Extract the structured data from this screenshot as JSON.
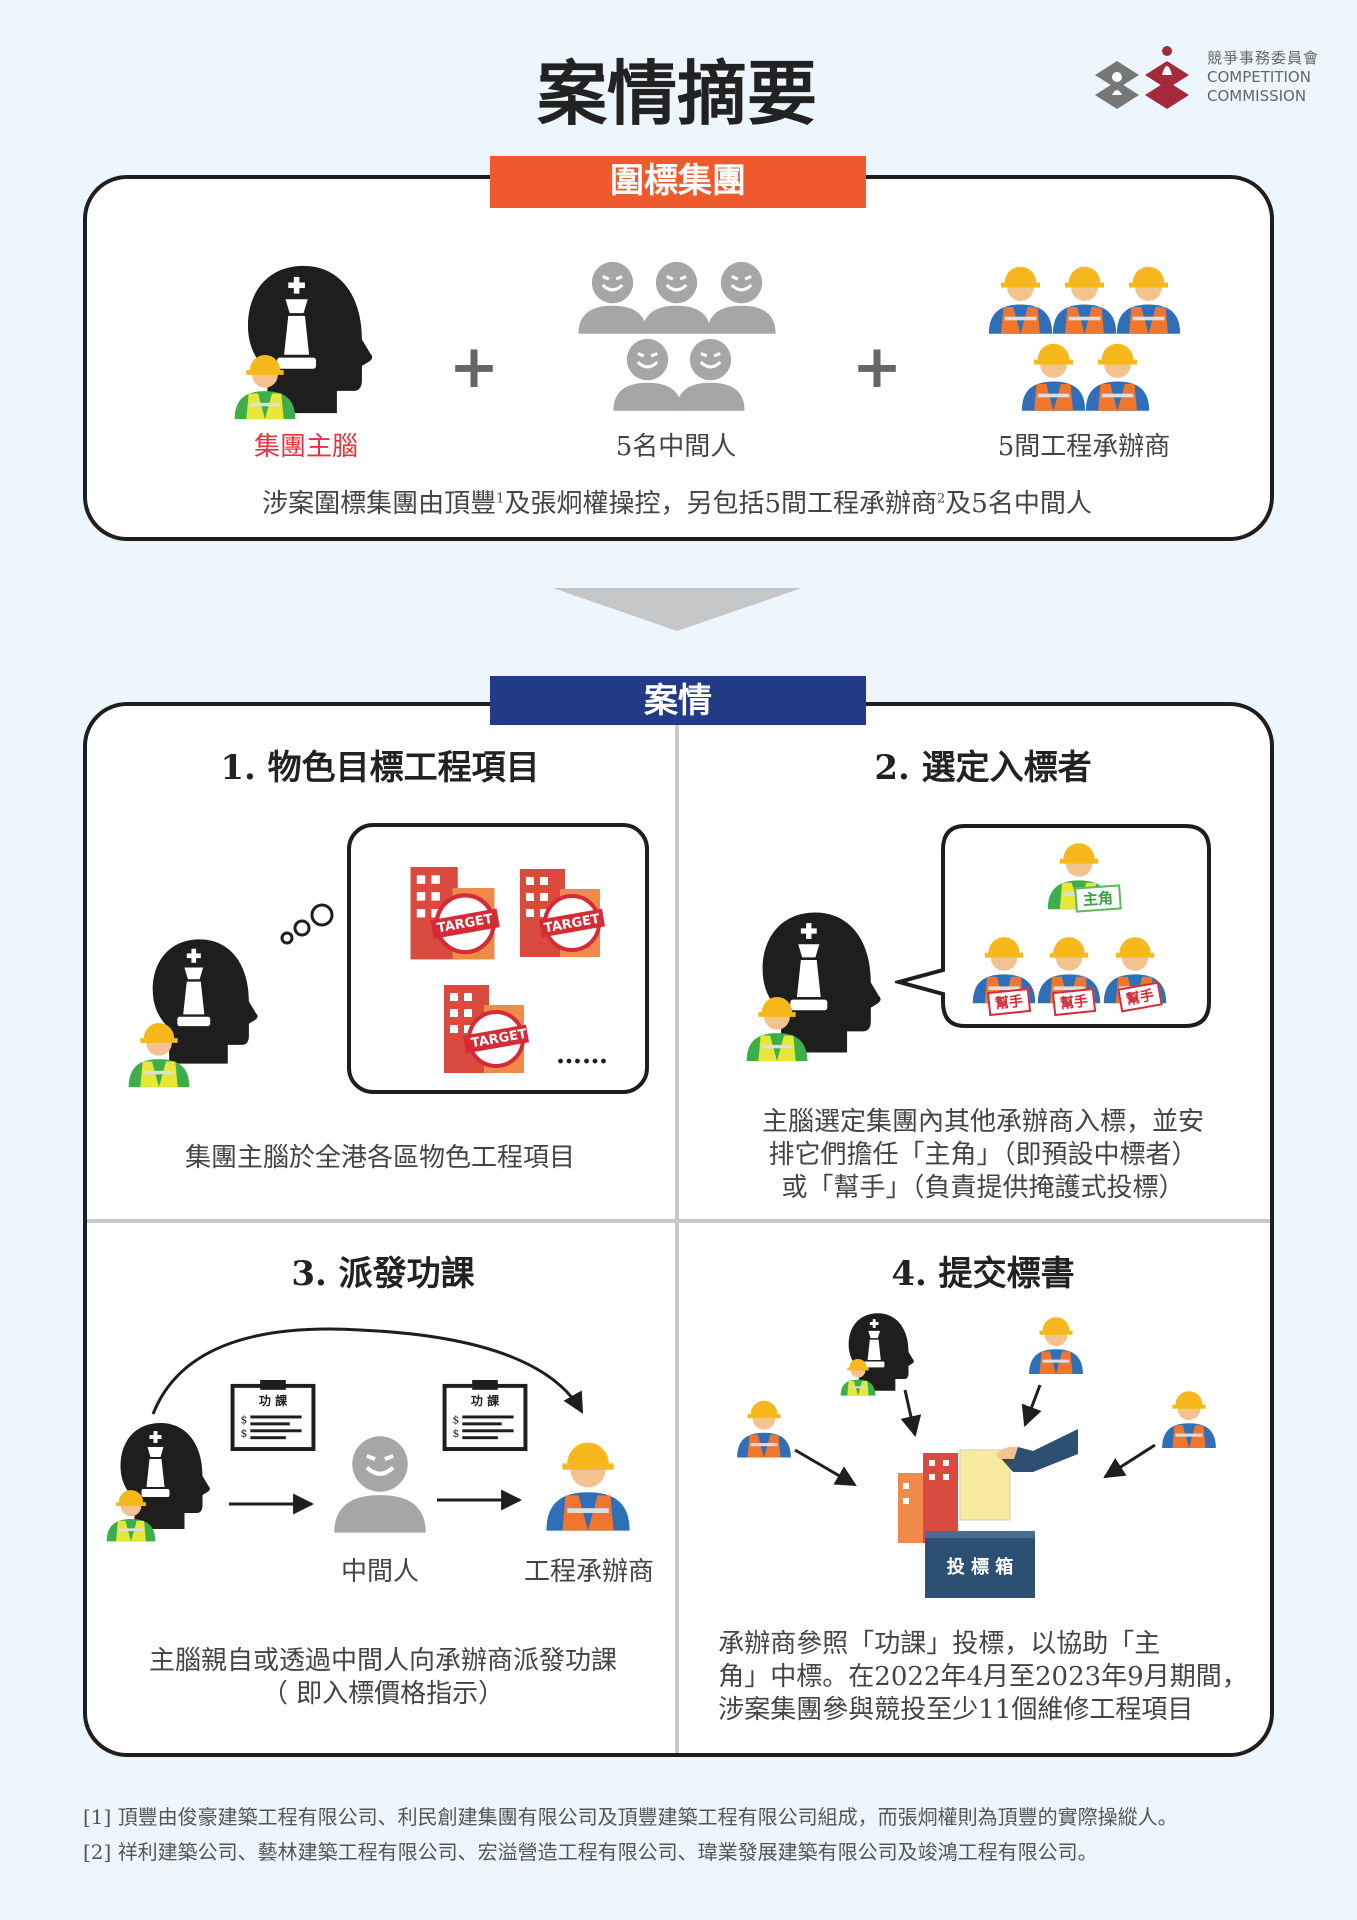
{
  "title": "案情摘要",
  "logo": {
    "zh": "競爭事務委員會",
    "en1": "COMPETITION",
    "en2": "COMMISSION"
  },
  "colors": {
    "orange": "#ee5a2c",
    "navy": "#233a86",
    "red": "#e8323c"
  },
  "group": {
    "label": "圍標集團",
    "mastermind": "集團主腦",
    "middlemen": "5名中間人",
    "contractors": "5間工程承辦商",
    "caption_a": "涉案圍標集團由頂豐",
    "sup1": "1",
    "caption_b": "及張炯權操控，另包括5間工程承辦商",
    "sup2": "2",
    "caption_c": "及5名中間人"
  },
  "case": {
    "label": "案情",
    "steps": [
      {
        "title": "1. 物色目標工程項目",
        "text": [
          "集團主腦於全港各區物色工程項目"
        ],
        "target": "TARGET",
        "dots": "……"
      },
      {
        "title": "2. 選定入標者",
        "text": [
          "主腦選定集團內其他承辦商入標，並安",
          "排它們擔任「主角」（即預設中標者）",
          "或「幫手」（負責提供掩護式投標）"
        ],
        "lead": "主角",
        "helper": "幫手"
      },
      {
        "title": "3. 派發功課",
        "text": [
          "主腦親自或透過中間人向承辦商派發功課",
          "（ 即入標價格指示）"
        ],
        "middleman": "中間人",
        "contractor": "工程承辦商",
        "sheet": "功 課"
      },
      {
        "title": "4. 提交標書",
        "text": [
          "承辦商參照「功課」投標，以協助「主",
          "角」中標。在2022年4月至2023年9月期間，",
          "涉案集團參與競投至少11個維修工程項目"
        ],
        "box": "投 標 箱"
      }
    ]
  },
  "footnotes": [
    "[1] 頂豐由俊豪建築工程有限公司、利民創建集團有限公司及頂豐建築工程有限公司組成，而張炯權則為頂豐的實際操縱人。",
    "[2] 祥利建築公司、藝林建築工程有限公司、宏溢營造工程有限公司、瑋業發展建築有限公司及竣鴻工程有限公司。"
  ]
}
